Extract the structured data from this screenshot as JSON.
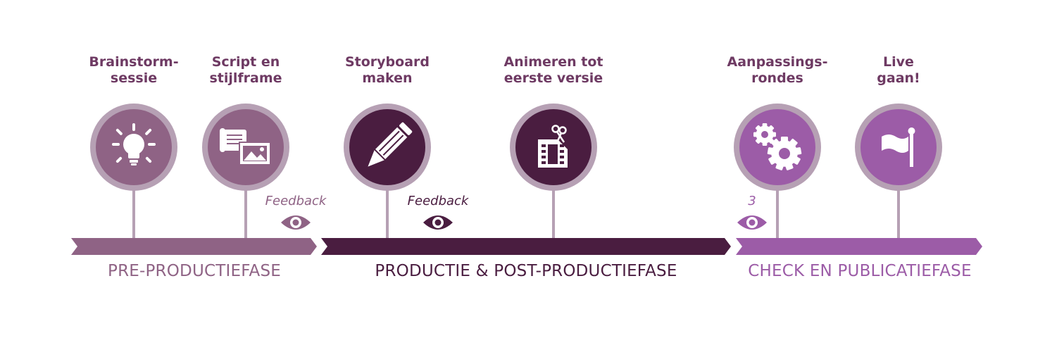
{
  "colors": {
    "pre": "#8f6385",
    "prod": "#4a1d40",
    "check": "#9c5ca7",
    "ring": "#b6a0b4",
    "stem": "#b6a0b4",
    "label": "#6e3a63",
    "icon": "#ffffff"
  },
  "steps": [
    {
      "label": "Brainstorm-\nsessie",
      "icon": "lightbulb-icon",
      "color": "#8f6385"
    },
    {
      "label": "Script en\nstijlframe",
      "icon": "script-image-icon",
      "color": "#8f6385"
    },
    {
      "label": "Storyboard\nmaken",
      "icon": "pencil-icon",
      "color": "#4a1d40"
    },
    {
      "label": "Animeren tot\neerste versie",
      "icon": "film-scissors-icon",
      "color": "#4a1d40"
    },
    {
      "label": "Aanpassings-\nrondes",
      "icon": "gears-icon",
      "color": "#9c5ca7"
    },
    {
      "label": "Live\ngaan!",
      "icon": "flag-icon",
      "color": "#9c5ca7"
    }
  ],
  "feedback": [
    {
      "label": "Feedback",
      "icon": "eye-icon",
      "color": "#8f6385"
    },
    {
      "label": "Feedback",
      "icon": "eye-icon",
      "color": "#4a1d40"
    },
    {
      "label": "3",
      "icon": "eye-icon",
      "color": "#9c5ca7"
    }
  ],
  "phases": [
    {
      "label": "PRE-PRODUCTIEFASE",
      "color": "#8f6385"
    },
    {
      "label": "PRODUCTIE & POST-PRODUCTIEFASE",
      "color": "#4a1d40"
    },
    {
      "label": "CHECK EN PUBLICATIEFASE",
      "color": "#9c5ca7"
    }
  ]
}
